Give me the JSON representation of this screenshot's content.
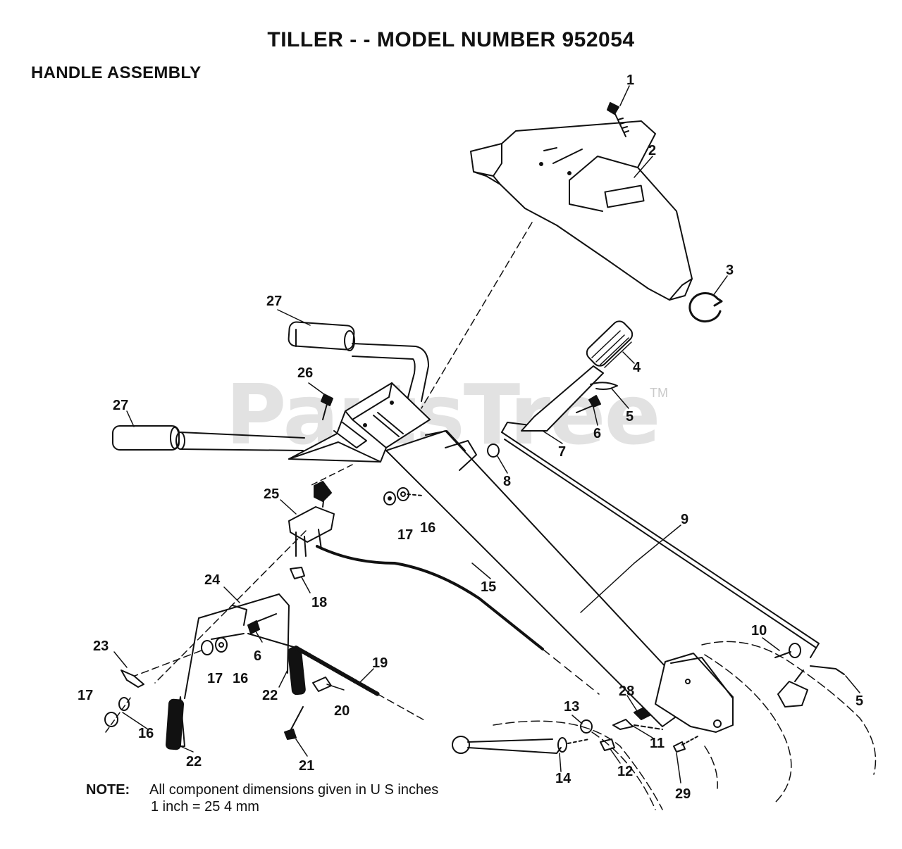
{
  "title": "TILLER - - MODEL NUMBER 952054",
  "subtitle": "HANDLE ASSEMBLY",
  "watermark": {
    "text": "PartsTree",
    "tm": "TM"
  },
  "note": {
    "label": "NOTE:",
    "line1": "All component dimensions given in U S  inches",
    "line2": "1 inch = 25 4 mm"
  },
  "callouts": [
    "1",
    "2",
    "3",
    "4",
    "5",
    "27",
    "26",
    "27",
    "6",
    "7",
    "8",
    "25",
    "17",
    "16",
    "9",
    "15",
    "18",
    "24",
    "10",
    "23",
    "6",
    "17",
    "16",
    "19",
    "22",
    "28",
    "5",
    "17",
    "20",
    "13",
    "16",
    "22",
    "11",
    "21",
    "12",
    "14",
    "29"
  ]
}
